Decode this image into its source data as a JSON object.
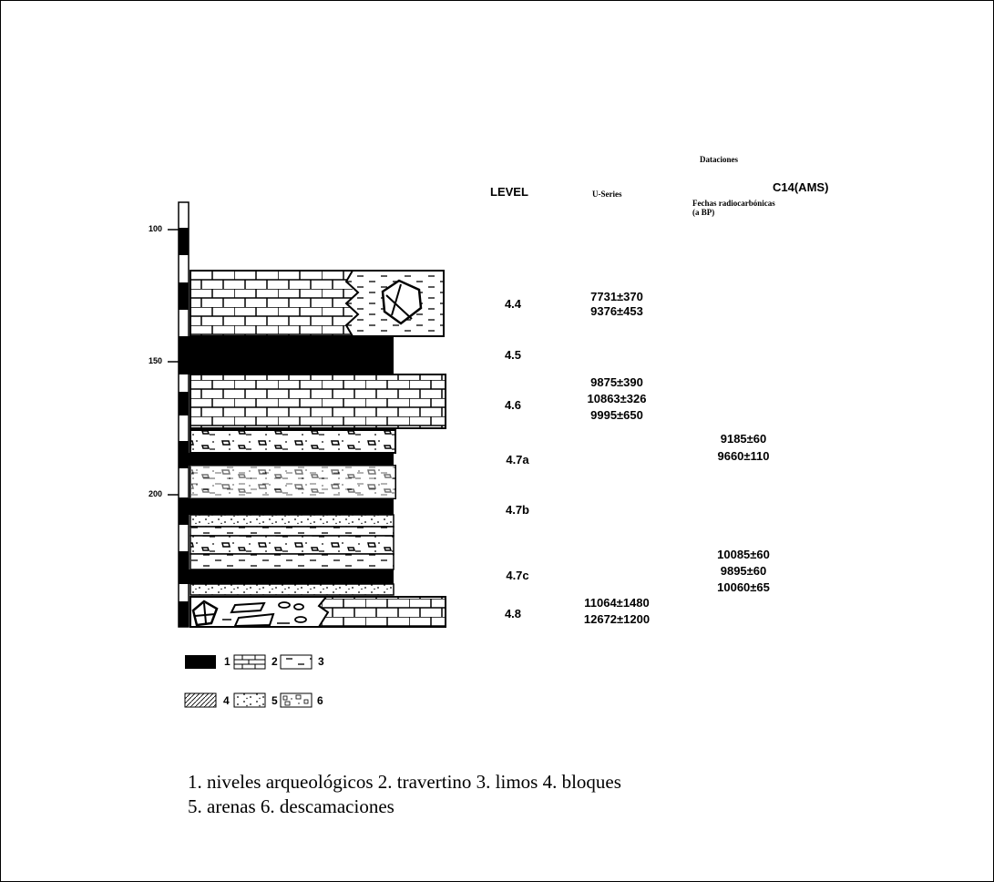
{
  "header": {
    "dataciones": "Dataciones",
    "level": "LEVEL",
    "useries": "U-Series",
    "c14": "C14(AMS)",
    "fechas_line1": "Fechas radiocarbónicas",
    "fechas_line2": "(a BP)"
  },
  "scale": {
    "ticks": [
      "100",
      "150",
      "200"
    ]
  },
  "levels": [
    "4.4",
    "4.5",
    "4.6",
    "4.7a",
    "4.7b",
    "4.7c",
    "4.8"
  ],
  "useries_dates": {
    "l44": [
      "7731±370",
      "9376±453"
    ],
    "l46": [
      "9875±390",
      "10863±326",
      "9995±650"
    ],
    "l48": [
      "11064±1480",
      "12672±1200"
    ]
  },
  "c14_dates": {
    "l47a": [
      "9185±60",
      "9660±110"
    ],
    "l47c": [
      "10085±60",
      "9895±60",
      "10060±65"
    ]
  },
  "legend": {
    "items": [
      "1",
      "2",
      "3",
      "4",
      "5",
      "6"
    ]
  },
  "caption": {
    "line1": "1. niveles arqueológicos 2. travertino 3. limos 4. bloques",
    "line2": "5. arenas 6. descamaciones"
  }
}
